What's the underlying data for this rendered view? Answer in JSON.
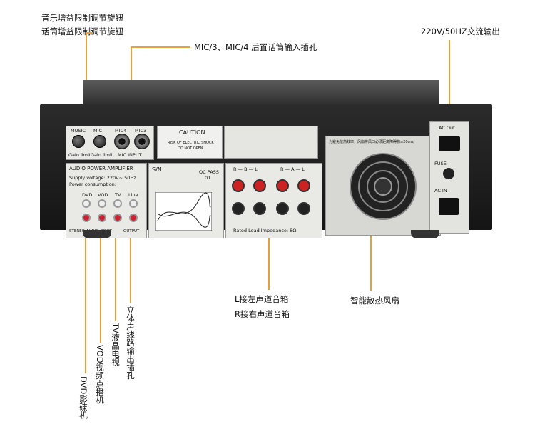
{
  "callouts": {
    "gain_knobs_1": "音乐增益限制调节旋钮",
    "gain_knobs_2": "话筒增益限制调节旋钮",
    "mic_rear": "MIC/3、MIC/4  后置话筒输入插孔",
    "ac_out": "220V/50HZ交流输出",
    "speaker_l": "L接左声道音箱",
    "speaker_r": "R接右声道音箱",
    "fan": "智能散热风扇",
    "dvd": "DVD影碟机",
    "vod": "VOD视频点播机",
    "tv": "TV液晶电视",
    "stereo_out": "立体声线路输出插孔"
  },
  "panel": {
    "music": "MUSIC",
    "mic": "MIC",
    "mic4": "MIC4",
    "mic3": "MIC3",
    "gain_limit_1": "Gain limit",
    "gain_limit_2": "Gain limit",
    "mic_input": "MIC  INPUT",
    "caution": "CAUTION",
    "caution_sub1": "RISK OF ELECTRIC SHOCK",
    "caution_sub2": "DO  NOT  OPEN",
    "amp_title": "AUDIO POWER AMPLIFIER",
    "supply": "Supply voltage: 220V~ 50Hz",
    "consumption": "Power consumption:",
    "sn": "S/N:",
    "qc": "QC PASS",
    "qc_num": "01",
    "dvd_label": "DVD",
    "vod_label": "VOD",
    "tv_label": "TV",
    "line_label": "Line",
    "stereo_audio_input": "STEREO AUDIO INPUT",
    "output": "OUTPUT",
    "r_b_l": "R — B — L",
    "r_a_l": "R — A — L",
    "rated_load": "Rated Load Impedance: 8Ω",
    "ac_out_label": "AC Out",
    "fuse": "FUSE",
    "ac_in": "AC IN",
    "fan_note": "为避免散热效率，风扇排风口必须距离障碍物≥20cm。"
  }
}
